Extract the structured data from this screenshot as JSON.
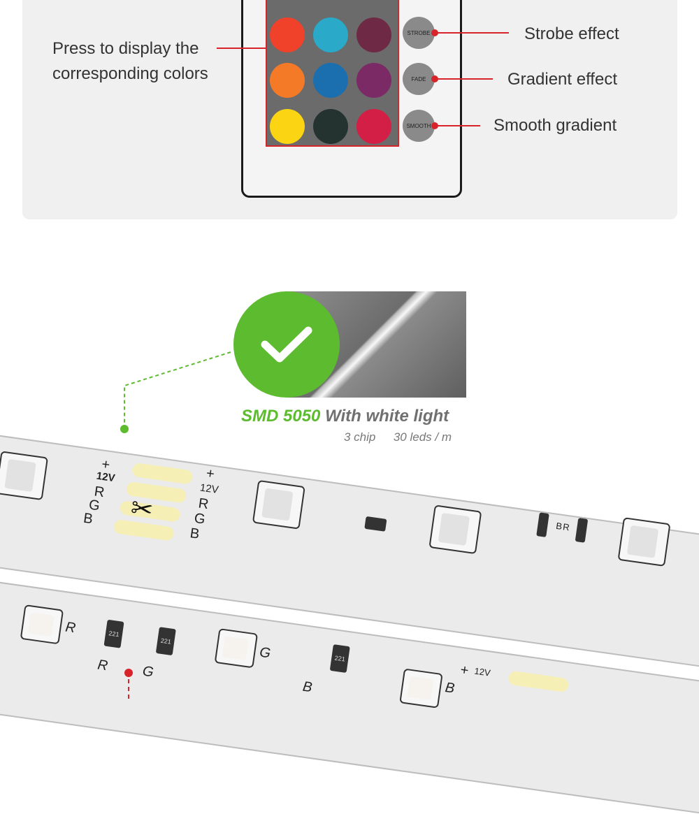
{
  "remote_panel": {
    "left_label": "Press to display the corresponding colors",
    "buttons": {
      "strobe": "STROBE",
      "fade": "FADE",
      "smooth": "SMOOTH"
    },
    "callouts": {
      "strobe": "Strobe effect",
      "fade": "Gradient effect",
      "smooth": "Smooth gradient"
    },
    "swatch_colors": [
      [
        "#f0412b",
        "#2aa9c9",
        "#6e2a44"
      ],
      [
        "#f47a28",
        "#1c6fae",
        "#7b2a66"
      ],
      [
        "#fbd414",
        "#243230",
        "#d31f45"
      ]
    ]
  },
  "product": {
    "model": "SMD 5050",
    "subtitle": "With white light",
    "chip_info": "3 chip",
    "density": "30 leds / m",
    "accent_color": "#5dbb30"
  },
  "strip_labels": {
    "plus": "+",
    "voltage": "12V",
    "r": "R",
    "g": "G",
    "b": "B",
    "resistor_code": "221"
  }
}
